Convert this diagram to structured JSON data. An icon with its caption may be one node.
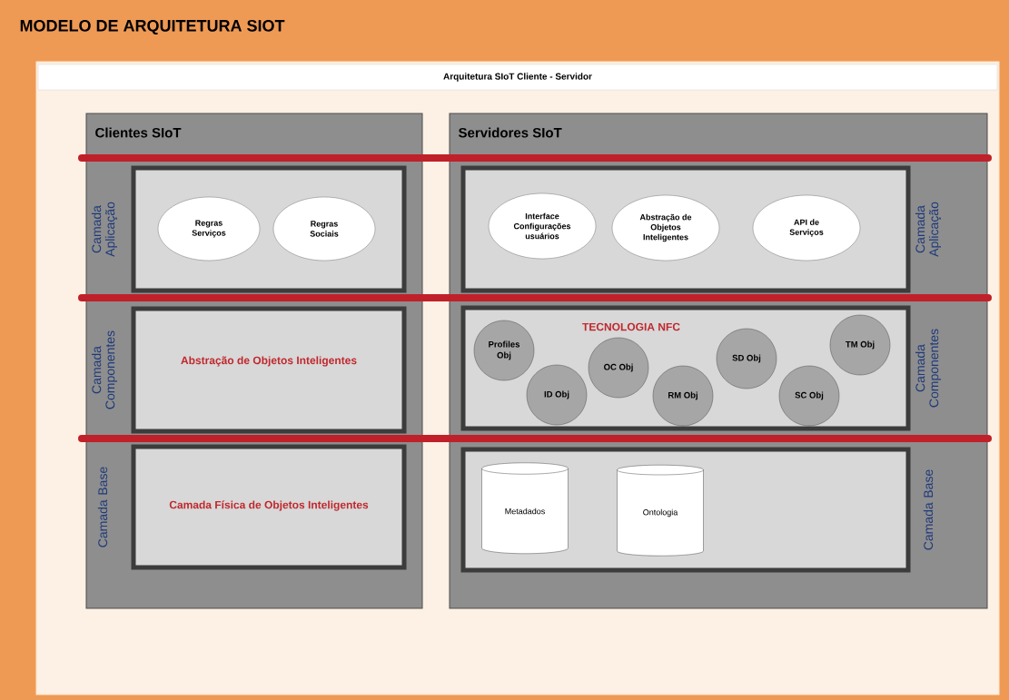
{
  "diagram": {
    "title": "MODELO DE ARQUITETURA SIOT",
    "nodes": [
      {
        "text": [
          "Arquitetura SIoT Cliente - Servidor"
        ]
      },
      {
        "text": [
          "Clientes SIoT"
        ],
        "in": 0
      },
      {
        "text": [
          "Camada Aplicação"
        ],
        "in": 1
      },
      {
        "text": [
          "Regras Serviços"
        ],
        "in": 2
      },
      {
        "text": [
          "Regras Sociais"
        ],
        "in": 2
      },
      {
        "text": [
          "Camada Componentes",
          "Abstração de Objetos Inteligentes"
        ],
        "in": 1
      },
      {
        "text": [
          "Camada Base",
          "Camada Física de Objetos Inteligentes"
        ],
        "in": 1
      },
      {
        "text": [
          "Servidores SIoT"
        ],
        "in": 0
      },
      {
        "text": [
          "Camada Aplicação"
        ],
        "in": 7
      },
      {
        "text": [
          "Interface Configurações usuários"
        ],
        "in": 8
      },
      {
        "text": [
          "Abstração de Objetos Inteligentes"
        ],
        "in": 8
      },
      {
        "text": [
          "API de Serviços"
        ],
        "in": 8
      },
      {
        "text": [
          "Camada Componentes",
          "TECNOLOGIA NFC"
        ],
        "in": 7
      },
      {
        "text": [
          "Profiles Obj"
        ],
        "in": 12
      },
      {
        "text": [
          "ID Obj"
        ],
        "in": 12
      },
      {
        "text": [
          "OC Obj"
        ],
        "in": 12
      },
      {
        "text": [
          "RM Obj"
        ],
        "in": 12
      },
      {
        "text": [
          "SD Obj"
        ],
        "in": 12
      },
      {
        "text": [
          "SC Obj"
        ],
        "in": 12
      },
      {
        "text": [
          "TM Obj"
        ],
        "in": 12
      },
      {
        "text": [
          "Camada Base"
        ],
        "in": 7
      },
      {
        "text": [
          "Metadados"
        ],
        "in": 20
      },
      {
        "text": [
          "Ontologia"
        ],
        "in": 20
      }
    ]
  }
}
